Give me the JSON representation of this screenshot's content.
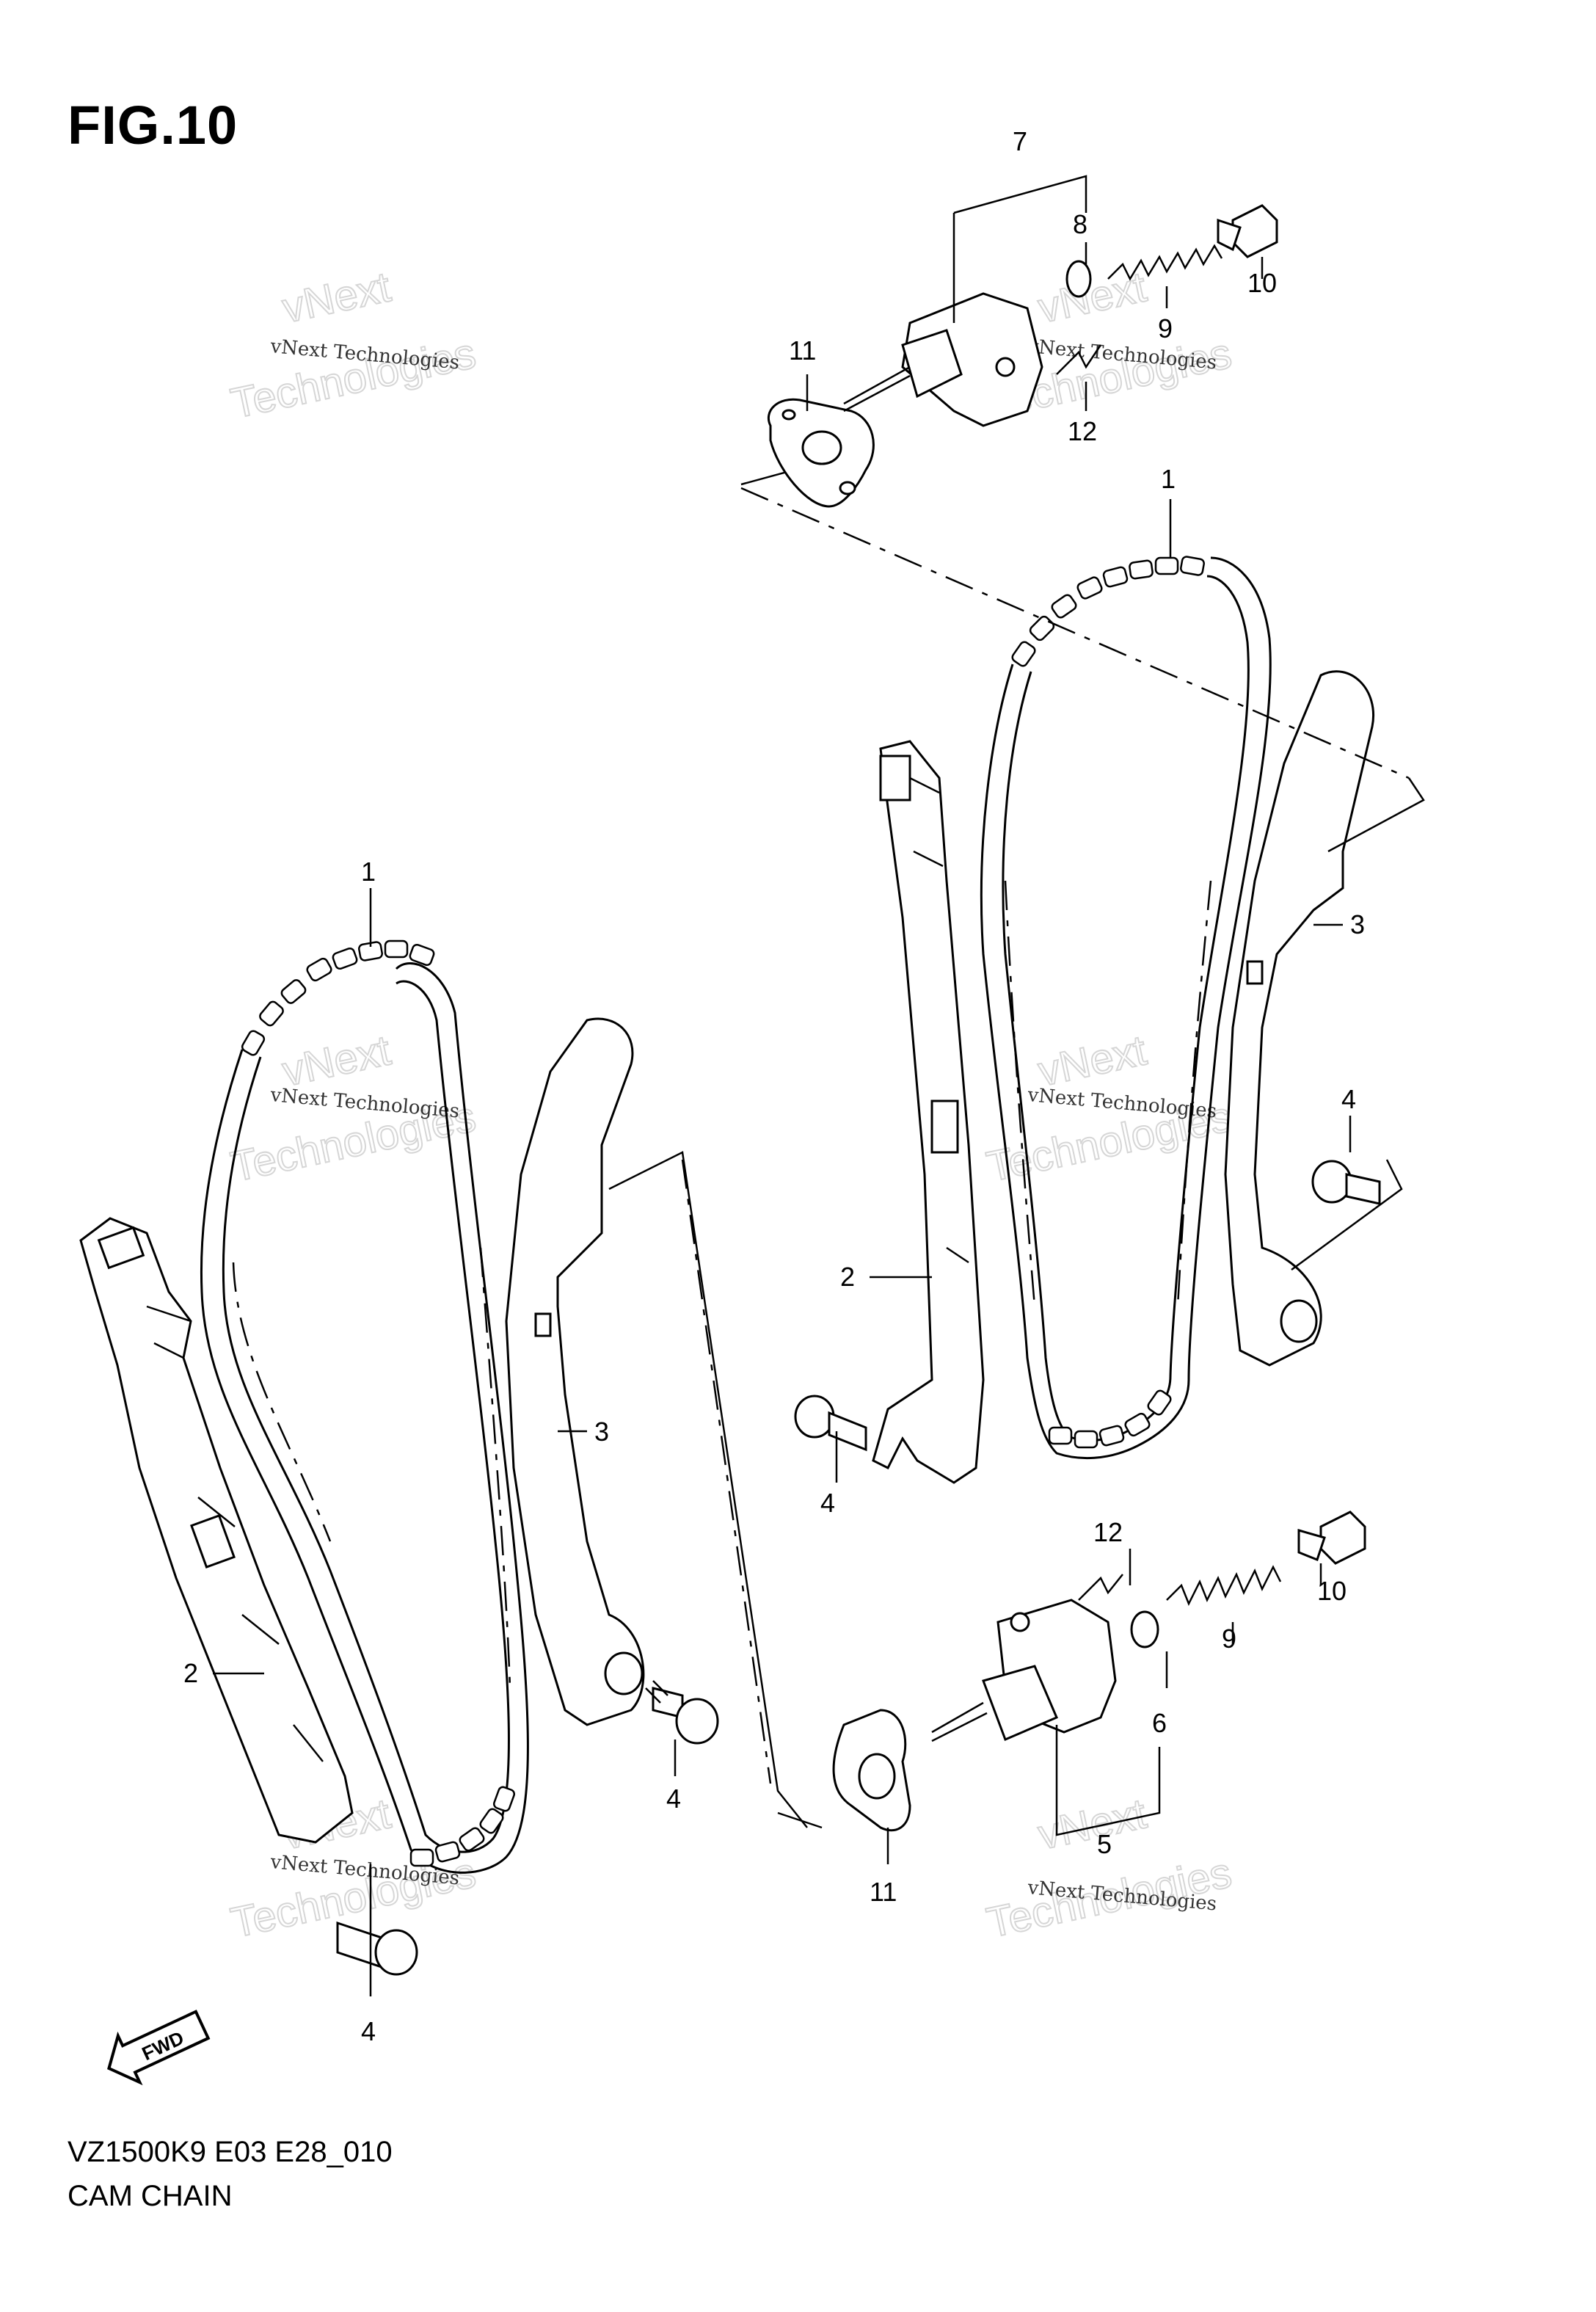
{
  "figure": {
    "title": "FIG.10",
    "model_code": "VZ1500K9 E03 E28_010",
    "caption": "CAM CHAIN"
  },
  "fwd_label": "FWD",
  "watermark": {
    "brand_line1": "vNext",
    "brand_line2": "Technologies",
    "full": "vNext Technologies"
  },
  "callouts": {
    "c1a": "1",
    "c1b": "1",
    "c2a": "2",
    "c2b": "2",
    "c3a": "3",
    "c3b": "3",
    "c4a": "4",
    "c4b": "4",
    "c4c": "4",
    "c4d": "4",
    "c5": "5",
    "c6": "6",
    "c7": "7",
    "c8": "8",
    "c9a": "9",
    "c9b": "9",
    "c10a": "10",
    "c10b": "10",
    "c11a": "11",
    "c11b": "11",
    "c12a": "12",
    "c12b": "12"
  }
}
